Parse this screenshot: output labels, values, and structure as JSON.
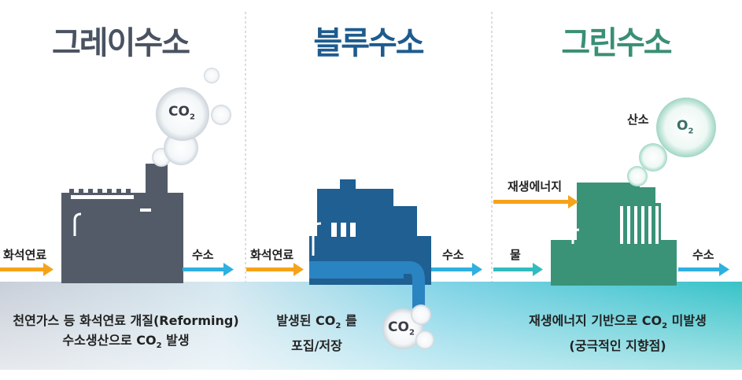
{
  "sections": [
    {
      "title": "그레이수소",
      "title_color": "#4a5262",
      "input_label": "화석연료",
      "output_label": "수소",
      "gas": "CO",
      "gas_sub": "2",
      "desc_line1_pre": "천연가스 등 화석연료 개질(Reforming)",
      "desc_line2_pre": "수소생산으로 CO",
      "desc_line2_sub": "2",
      "desc_line2_post": " 발생"
    },
    {
      "title": "블루수소",
      "title_color": "#1e5b8e",
      "input_label": "화석연료",
      "output_label": "수소",
      "gas": "CO",
      "gas_sub": "2",
      "desc_line1_pre": "발생된 CO",
      "desc_line1_sub": "2",
      "desc_line1_post": " 를",
      "desc_line2_pre": "포집/저장"
    },
    {
      "title": "그린수소",
      "title_color": "#3a8f74",
      "input_label_1": "재생에너지",
      "input_label_2": "물",
      "output_label": "수소",
      "gas_label": "산소",
      "gas": "O",
      "gas_sub": "2",
      "desc_line1_pre": "재생에너지 기반으로 CO",
      "desc_line1_sub": "2",
      "desc_line1_post": " 미발생",
      "desc_line2_pre": "(궁극적인 지향점)"
    }
  ],
  "colors": {
    "gray_factory": "#545b68",
    "blue_factory": "#1f5f92",
    "green_factory": "#3a9377",
    "arrow_orange": "#f5a31a",
    "arrow_blue": "#2fb0df",
    "arrow_teal": "#33bcc0"
  }
}
